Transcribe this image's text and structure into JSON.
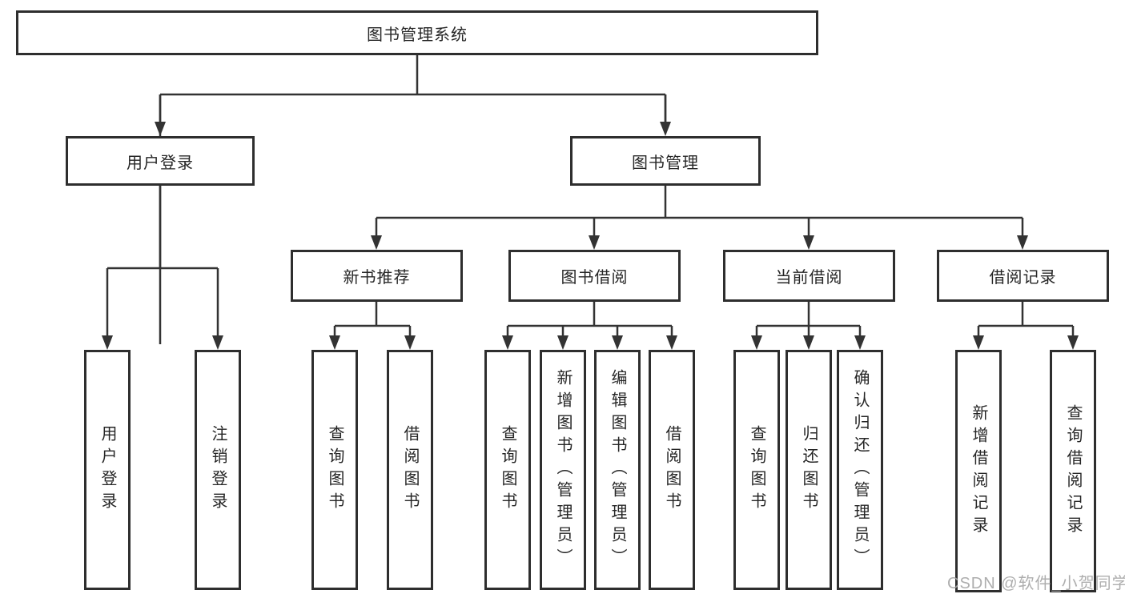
{
  "diagram": {
    "root": "图书管理系统",
    "level2": [
      "用户登录",
      "图书管理"
    ],
    "level3": [
      "新书推荐",
      "图书借阅",
      "当前借阅",
      "借阅记录"
    ],
    "user_login_leaves": [
      "用户登录",
      "注销登录"
    ],
    "new_book_leaves": [
      "查询图书",
      "借阅图书"
    ],
    "book_borrow_leaves": [
      "查询图书",
      "新增图书（管理员）",
      "编辑图书（管理员）",
      "借阅图书"
    ],
    "current_borrow_leaves": [
      "查询图书",
      "归还图书",
      "确认归还（管理员）"
    ],
    "borrow_record_leaves": [
      "新增借阅记录",
      "查询借阅记录"
    ]
  },
  "watermark": "CSDN @软件_小贺同学",
  "colors": {
    "line": "#333333",
    "box_border": "#2e2e2e",
    "text": "#262626",
    "watermark": "#a5a5a5",
    "background": "#ffffff"
  }
}
